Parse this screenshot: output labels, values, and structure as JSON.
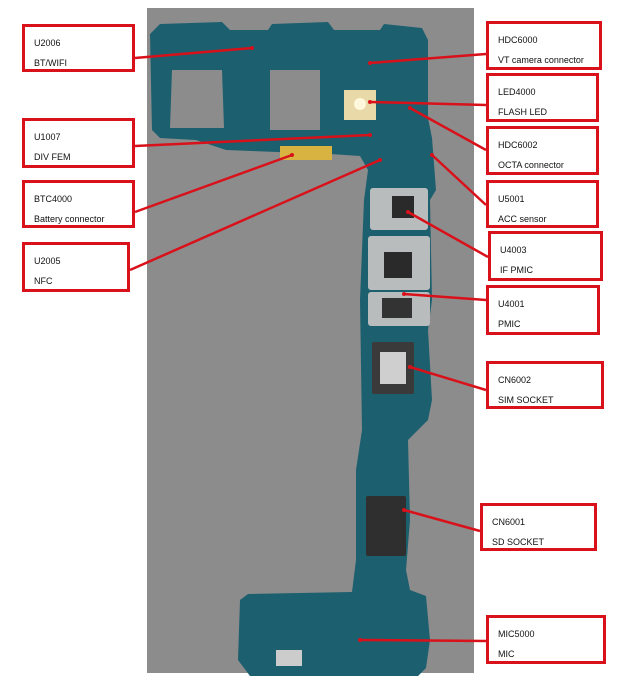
{
  "colors": {
    "callout_border": "#d9111a",
    "leader_line": "#d9111a",
    "photo_background": "#8c8c8c",
    "pcb_green": "#1c5f6e",
    "shield_silver": "#b9bcbd"
  },
  "callouts": [
    {
      "id": "u2006",
      "ref": "U2006",
      "desc": "BT/WIFI"
    },
    {
      "id": "hdc6000",
      "ref": "HDC6000",
      "desc": "VT camera connector"
    },
    {
      "id": "led4000",
      "ref": "LED4000",
      "desc": "FLASH LED"
    },
    {
      "id": "u1007",
      "ref": "U1007",
      "desc": "DIV FEM"
    },
    {
      "id": "hdc6002",
      "ref": "HDC6002",
      "desc": "OCTA connector"
    },
    {
      "id": "btc4000",
      "ref": "BTC4000",
      "desc": "Battery connector"
    },
    {
      "id": "u5001",
      "ref": "U5001",
      "desc": "ACC sensor"
    },
    {
      "id": "u2005",
      "ref": "U2005",
      "desc": "NFC"
    },
    {
      "id": "u4003",
      "ref": "U4003",
      "desc": "IF PMIC"
    },
    {
      "id": "u4001",
      "ref": "U4001",
      "desc": "PMIC"
    },
    {
      "id": "cn6002",
      "ref": "CN6002",
      "desc": "SIM SOCKET"
    },
    {
      "id": "cn6001",
      "ref": "CN6001",
      "desc": "SD SOCKET"
    },
    {
      "id": "mic5000",
      "ref": "MIC5000",
      "desc": "MIC"
    }
  ]
}
